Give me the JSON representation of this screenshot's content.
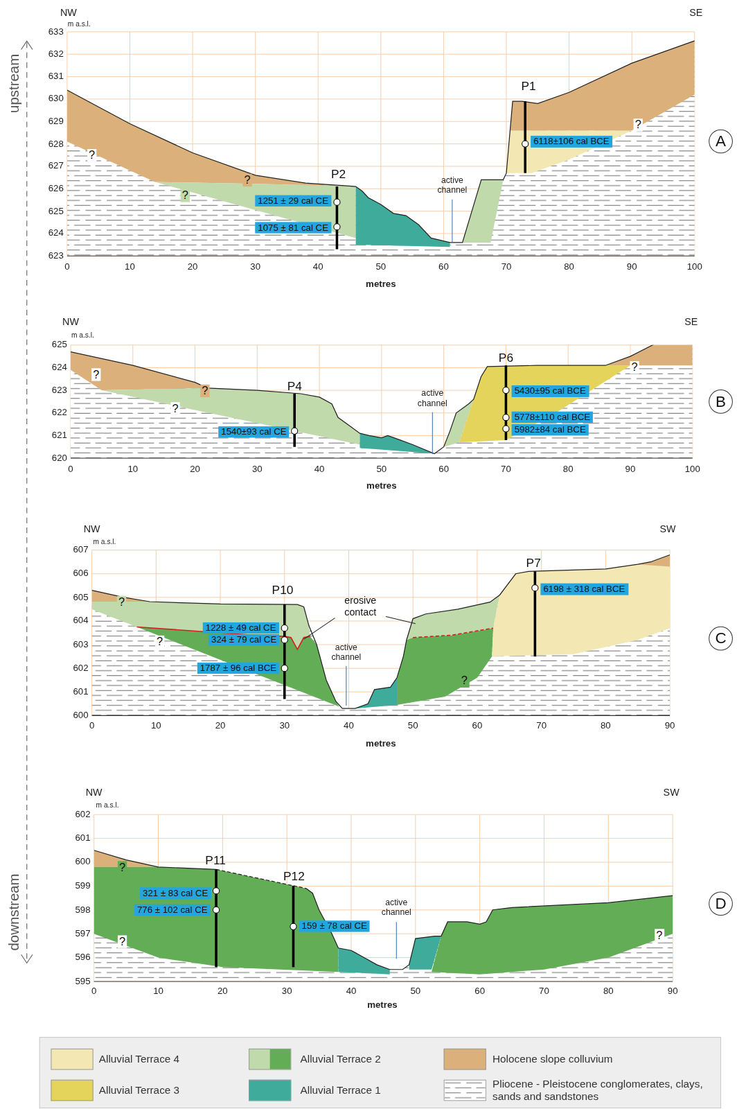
{
  "diagram": {
    "nodes": [
      {
        "text": [
          "1251 ± 29 cal CE"
        ]
      },
      {
        "text": [
          "1075 ± 81 cal CE"
        ]
      },
      {
        "text": [
          "6118±106 cal BCE"
        ]
      },
      {
        "text": [
          "A"
        ]
      },
      {
        "text": [
          "1540±93 cal CE"
        ]
      },
      {
        "text": [
          "5430±95 cal BCE"
        ]
      },
      {
        "text": [
          "5778±110 cal BCE"
        ]
      },
      {
        "text": [
          "5982±84 cal BCE"
        ]
      },
      {
        "text": [
          "B"
        ]
      },
      {
        "text": [
          "1228 ± 49 cal CE"
        ]
      },
      {
        "text": [
          "324 ± 79 cal CE"
        ]
      },
      {
        "text": [
          "1787 ± 96 cal BCE"
        ]
      },
      {
        "text": [
          "6198 ± 318 cal BCE"
        ]
      },
      {
        "text": [
          "C"
        ]
      },
      {
        "text": [
          "321 ± 83 cal CE"
        ]
      },
      {
        "text": [
          "776 ± 102 cal CE"
        ]
      },
      {
        "text": [
          "159 ± 78 cal CE"
        ]
      },
      {
        "text": [
          "D"
        ]
      }
    ],
    "labels": [
      "NW",
      "SE",
      "m a.s.l.",
      "633",
      "632",
      "631",
      "630",
      "629",
      "628",
      "627",
      "626",
      "625",
      "624",
      "623",
      "0",
      "10",
      "20",
      "30",
      "40",
      "50",
      "60",
      "70",
      "80",
      "90",
      "100",
      "metres",
      "P2",
      "P1",
      "active channel",
      "?",
      "?",
      "?",
      "?",
      "NW",
      "SE",
      "m a.s.l.",
      "625",
      "624",
      "623",
      "622",
      "621",
      "620",
      "0",
      "10",
      "20",
      "30",
      "40",
      "50",
      "60",
      "70",
      "80",
      "90",
      "100",
      "metres",
      "P4",
      "P6",
      "active channel",
      "?",
      "?",
      "?",
      "?",
      "NW",
      "SW",
      "m a.s.l.",
      "607",
      "606",
      "605",
      "604",
      "603",
      "602",
      "601",
      "600",
      "0",
      "10",
      "20",
      "30",
      "40",
      "50",
      "60",
      "70",
      "80",
      "90",
      "metres",
      "P10",
      "P7",
      "active channel",
      "?",
      "?",
      "?",
      "erosive contact",
      "NW",
      "SW",
      "m a.s.l.",
      "602",
      "601",
      "600",
      "599",
      "598",
      "597",
      "596",
      "595",
      "0",
      "10",
      "20",
      "30",
      "40",
      "50",
      "60",
      "70",
      "80",
      "90",
      "metres",
      "P11",
      "P12",
      "active channel",
      "?",
      "?",
      "?",
      "upstream",
      "downstream"
    ],
    "legend": [
      {
        "text": "Alluvial Terrace 4",
        "color": "#f3e8b3"
      },
      {
        "text": "Alluvial Terrace 3",
        "color": "#e4d45c"
      },
      {
        "text": "Alluvial Terrace 2",
        "color": "#c0daab"
      },
      {
        "text": "Alluvial Terrace 1",
        "color": "#3eab9b"
      },
      {
        "text": "Holocene slope colluvium",
        "color": "#dbb07a"
      },
      {
        "text": "Pliocene - Pleistocene conglomerates, clays, sands and sandstones"
      }
    ]
  }
}
